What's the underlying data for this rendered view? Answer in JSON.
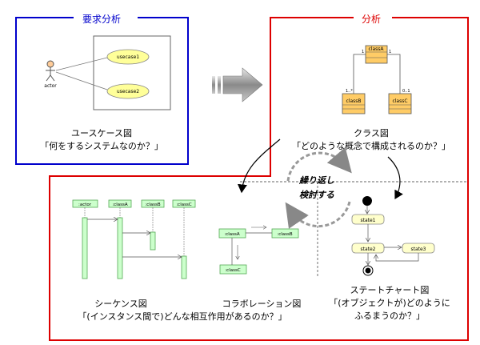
{
  "requirements": {
    "title": "要求分析",
    "actor": "actor",
    "usecase1": "usecase1",
    "usecase2": "usecase2",
    "caption1": "ユースケース図",
    "caption2": "「何をするシステムなのか？」"
  },
  "analysis": {
    "title": "分析",
    "classA": "classA",
    "classB": "classB",
    "classC": "classC",
    "mult_a1": "1",
    "mult_a2": "1",
    "mult_b": "1..*",
    "mult_c": "0..1",
    "caption1": "クラス図",
    "caption2": "「どのような概念で構成されるのか？」"
  },
  "iteration": {
    "line1": "繰り返し",
    "line2": "検討する"
  },
  "sequence": {
    "lifeline1": ":actor",
    "lifeline2": ":classA",
    "lifeline3": ":classB",
    "lifeline4": ":classC",
    "caption": "シーケンス図"
  },
  "collaboration": {
    "classA": ":classA",
    "classB": ":classB",
    "classC": ":classC",
    "caption": "コラボレーション図"
  },
  "statechart": {
    "state1": "state1",
    "state2": "state2",
    "state3": "state3",
    "caption1": "ステートチャート図",
    "caption2": "「(オブジェクトが)どのように",
    "caption3": "ふるまうのか？」"
  },
  "bottom_caption": "「(インスタンス間で)どんな相互作用があるのか？」",
  "colors": {
    "blue_frame": "#0000cc",
    "red_frame": "#dd0000",
    "usecase_fill": "#ffff99",
    "class_fill": "#ffcc66",
    "seq_fill": "#ccffcc",
    "state_fill": "#ffffcc"
  }
}
